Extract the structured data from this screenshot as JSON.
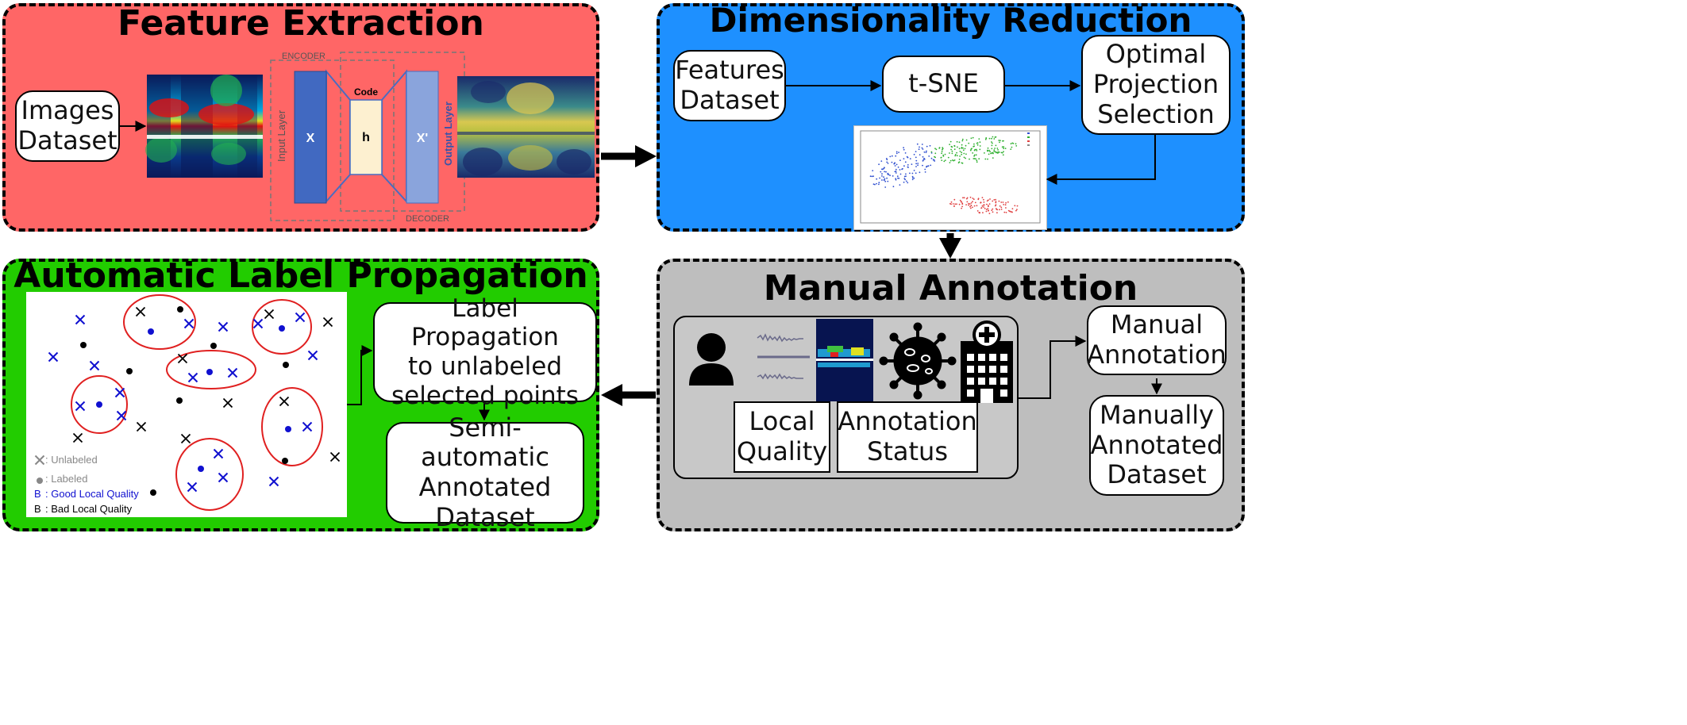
{
  "panels": {
    "feature_extraction": {
      "title": "Feature Extraction",
      "color": "#ff6666",
      "images_dataset": "Images\nDataset",
      "autoencoder": {
        "encoder_label": "ENCODER",
        "decoder_label": "DECODER",
        "code_label": "Code",
        "input_layer_label": "Input Layer",
        "output_layer_label": "Output Layer",
        "x_label": "X",
        "h_label": "h",
        "xprime_label": "X'"
      }
    },
    "dimensionality_reduction": {
      "title": "Dimensionality Reduction",
      "color": "#1e90ff",
      "features_dataset": "Features\nDataset",
      "tsne": "t-SNE",
      "optimal_projection": "Optimal\nProjection\nSelection"
    },
    "manual_annotation": {
      "title": "Manual Annotation",
      "color": "#bebebe",
      "local_quality": "Local\nQuality",
      "annotation_status": "Annotation\nStatus",
      "manual_annotation_box": "Manual\nAnnotation",
      "manually_annotated_dataset": "Manually\nAnnotated\nDataset",
      "icons": [
        "person-icon",
        "signal-waveform-icon",
        "spectrogram-thumbnail",
        "virus-icon",
        "hospital-icon"
      ]
    },
    "label_propagation": {
      "title": "Automatic Label Propagation",
      "color": "#22cc00",
      "label_propagation_box": "Label Propagation\nto unlabeled\nselected points",
      "semi_automatic_dataset": "Semi-automatic\nAnnotated\nDataset",
      "legend": {
        "unlabeled": ": Unlabeled",
        "labeled": ": Labeled",
        "good_marker": "B",
        "good": ": Good Local Quality",
        "bad_marker": "B",
        "bad": ": Bad Local Quality"
      }
    }
  }
}
